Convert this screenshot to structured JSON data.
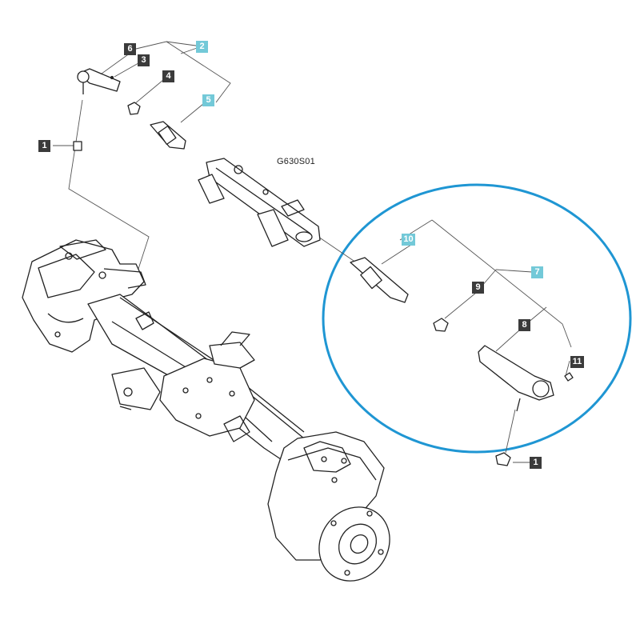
{
  "diagram": {
    "code": "G630S01",
    "colors": {
      "dark_label": "#3b3b3b",
      "highlight_label": "#73c9d8",
      "highlight_circle": "#1f96d3",
      "line": "#555555"
    },
    "callouts": [
      "6",
      "3",
      "2",
      "4",
      "5",
      "1",
      "10",
      "7",
      "9",
      "8",
      "11",
      "1"
    ]
  }
}
